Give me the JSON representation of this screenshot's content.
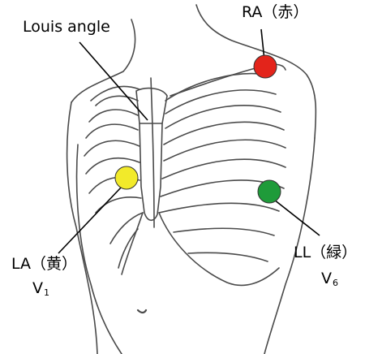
{
  "labels": {
    "louis_angle": "Louis angle",
    "ra": "RA（赤）",
    "la": "LA（黄）",
    "la_lead": "V",
    "la_lead_sub": "1",
    "ll": "LL（緑）",
    "ll_lead": "V",
    "ll_lead_sub": "6"
  },
  "electrodes": {
    "ra": {
      "color": "#e3241b"
    },
    "la": {
      "color": "#f2ea2a"
    },
    "ll": {
      "color": "#1f9b3a"
    }
  },
  "colors": {
    "line": "#555555",
    "ink": "#000000",
    "background": "#ffffff"
  }
}
